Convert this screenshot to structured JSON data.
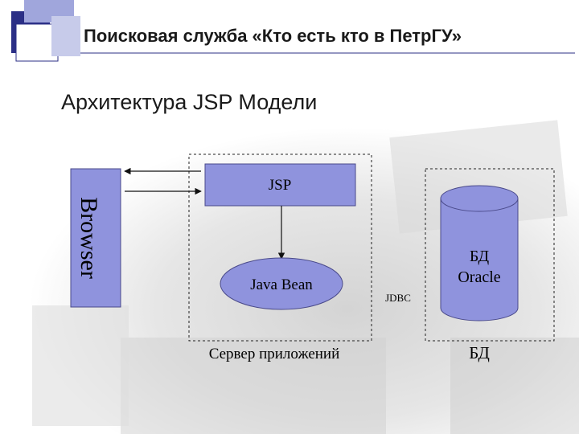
{
  "header": {
    "title": "Поисковая служба «Кто есть кто в ПетрГУ»"
  },
  "slide": {
    "subtitle": "Архитектура JSP Модели"
  },
  "diagram": {
    "browser_label": "Browser",
    "jsp_label": "JSP",
    "bean_label": "Java Bean",
    "app_server_label": "Сервер приложений",
    "jdbc_label": "JDBC",
    "db_label_line1": "БД",
    "db_label_line2": "Oracle",
    "db_group_label": "БД"
  },
  "colors": {
    "box_fill": "#8f93dd",
    "box_stroke": "#4a4a8a",
    "logo_dark": "#2b2f86",
    "logo_light": "#a0a6dc"
  }
}
